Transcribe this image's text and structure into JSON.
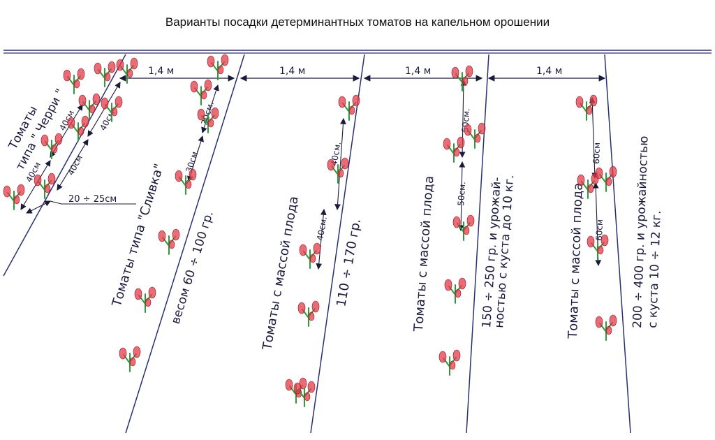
{
  "title": "Варианты посадки детерминантных томатов на капельном орошении",
  "spacing": [
    "1,4 м",
    "1,4 м",
    "1,4 м",
    "1,4 м"
  ],
  "labels": {
    "cherry_line1": "Томаты",
    "cherry_line2": "типа \" Черри \"",
    "cherry_40a": "40см",
    "cherry_40b": "40см",
    "cherry_40c": "40см",
    "cherry_40d": "40см",
    "cherry_20": "20 ÷ 25см",
    "plum_line1": "Томаты типа \"Сливка\"",
    "plum_line2": "весом 60 ÷ 100 гр.",
    "plum_30a": "30см.",
    "plum_30b": "30см.",
    "r3_line1": "Томаты с массой плода",
    "r3_line2": "110 ÷ 170 гр.",
    "r3_40a": "40см.",
    "r3_40b": "40см.",
    "r4_line1": "Томаты с массой плода",
    "r4_line2": "150 ÷ 250 гр. и урожай-",
    "r4_line3": "ностью с куста до 10 кг.",
    "r4_50a": "50см.",
    "r4_50b": "50см.",
    "r5_line1": "Томаты с массой плода",
    "r5_line2": "200 ÷ 400 гр. и урожайностью",
    "r5_line3": "с куста 10 ÷ 12 кг.",
    "r5_60a": "60см",
    "r5_60b": "60см"
  },
  "colors": {
    "line": "#2a2f6e",
    "fruit": "#e23b4a",
    "leaf": "#2e9a3a",
    "ink": "#1a1a3a"
  }
}
